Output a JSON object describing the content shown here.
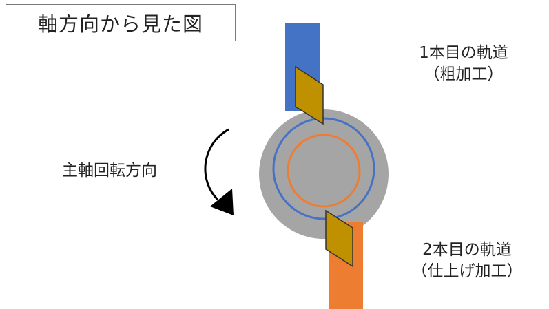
{
  "title": "軸方向から見た図",
  "rotation_label": "主軸回転方向",
  "tracks": [
    {
      "line1": "1本目の軌道",
      "line2": "（粗加工）"
    },
    {
      "line1": "2本目の軌道",
      "line2": "（仕上げ加工）"
    }
  ],
  "colors": {
    "track1": "#4472c4",
    "track2": "#ed7d31",
    "workpiece": "#a5a5a5",
    "tool_insert": "#bf9000"
  }
}
